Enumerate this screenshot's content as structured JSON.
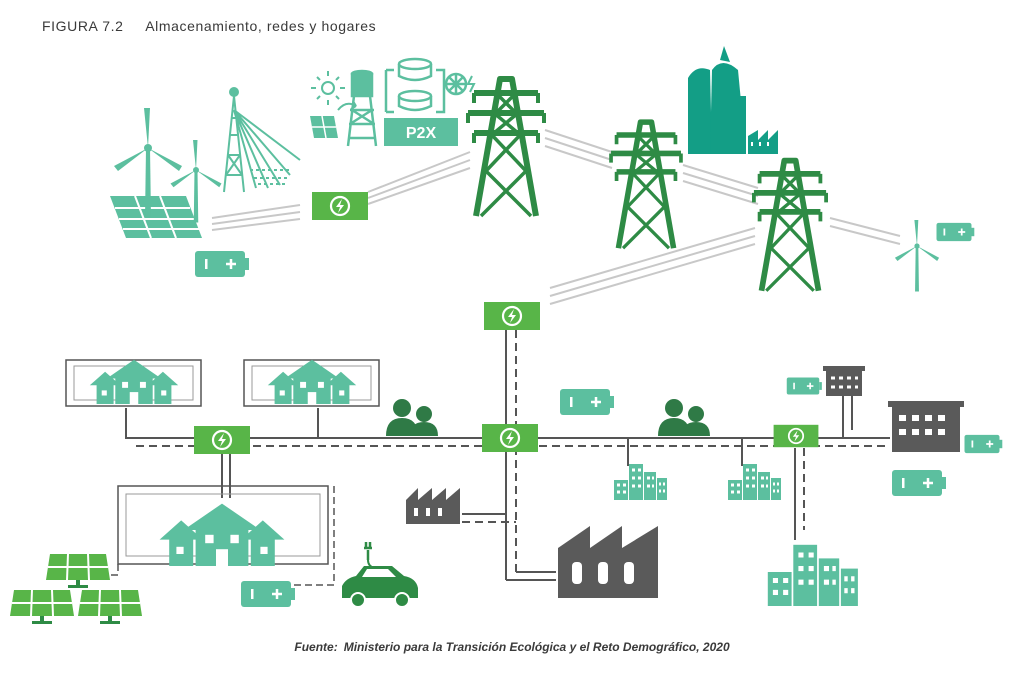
{
  "figure": {
    "number": "FIGURA 7.2",
    "title": "Almacenamiento, redes y hogares"
  },
  "diagram_labels": {
    "p2x": "P2X"
  },
  "source": {
    "label": "Fuente:",
    "text": "Ministerio para la Transición Ecológica y el Reto Demográfico, 2020"
  },
  "colors": {
    "dark_green": "#2e8b45",
    "mid_green": "#58b548",
    "teal": "#5cbf9f",
    "dark_teal": "#139e86",
    "gray": "#5a5a5a",
    "line_gray": "#c8c8c8",
    "person_green": "#2f7a46"
  },
  "icons": [
    "wind-turbine-icon",
    "solar-panel-icon",
    "transmission-tower-icon",
    "battery-icon",
    "charging-station-icon",
    "house-icon",
    "people-icon",
    "factory-icon",
    "building-icon",
    "electric-car-icon",
    "power-plant-icon",
    "sun-icon",
    "water-tower-icon",
    "fan-icon",
    "storage-tank-icon"
  ]
}
